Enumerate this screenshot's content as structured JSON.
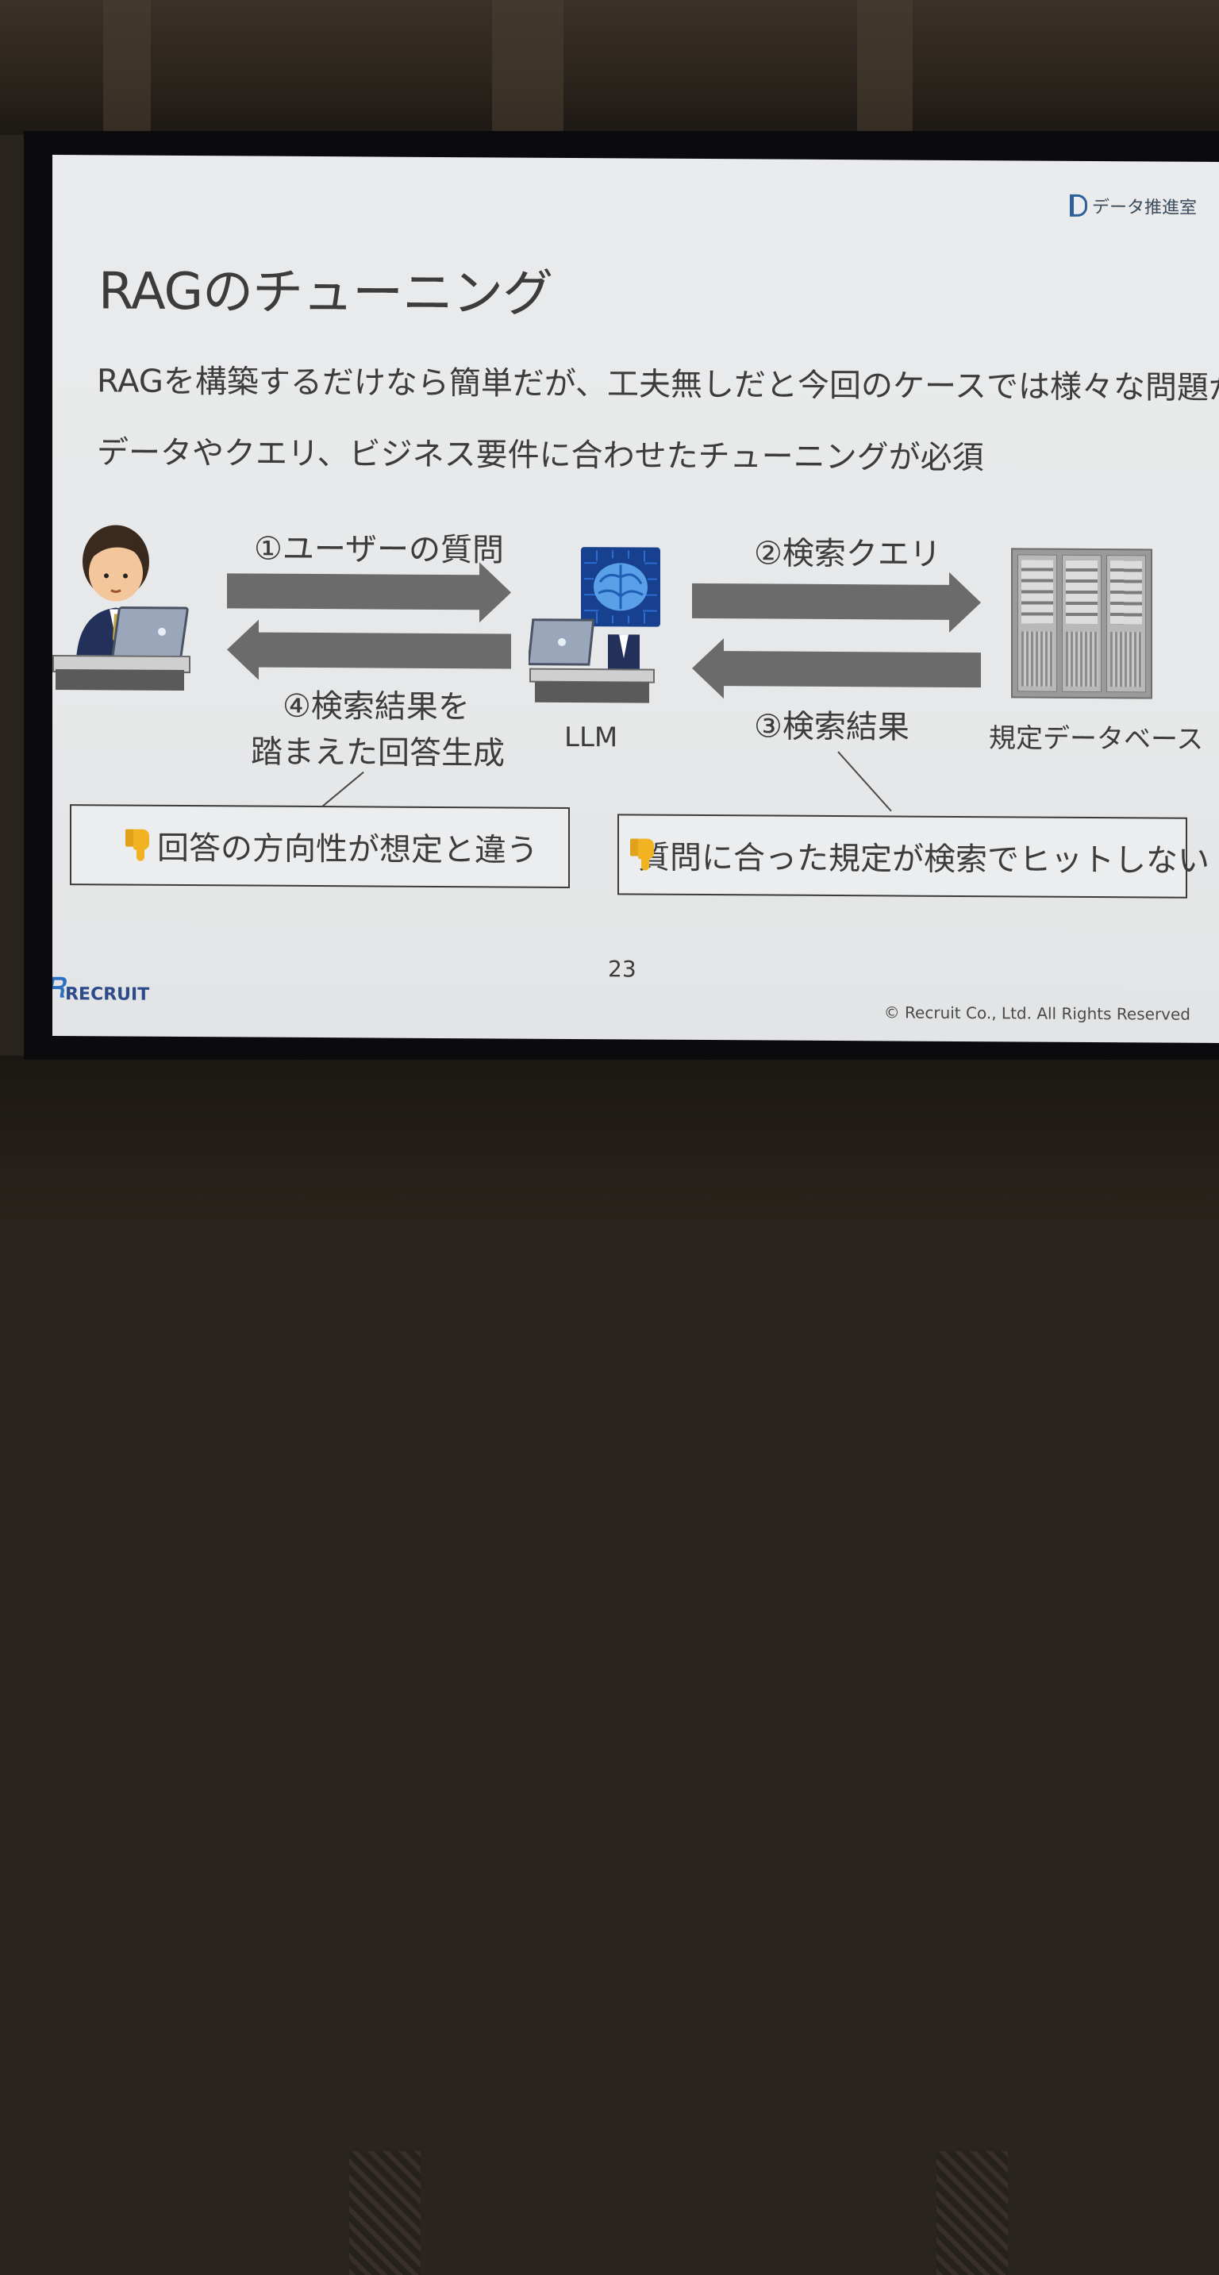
{
  "brand": {
    "name": "データ推進室"
  },
  "slide": {
    "title": "RAGのチューニング",
    "lead_1": "RAGを構築するだけなら簡単だが、工夫無しだと今回のケースでは様々な問題が発生",
    "lead_2": "データやクエリ、ビジネス要件に合わせたチューニングが必須"
  },
  "diagram": {
    "step_1": "①ユーザーの質問",
    "step_2": "②検索クエリ",
    "step_3": "③検索結果",
    "step_4_line1": "④検索結果を",
    "step_4_line2": "踏まえた回答生成",
    "llm_label": "LLM",
    "db_label": "規定データベース"
  },
  "issues": {
    "left": "回答の方向性が想定と違う",
    "right": "質問に合った規定が検索でヒットしない"
  },
  "footer": {
    "page_number": "23",
    "logo_text": "RECRUIT",
    "copyright": "© Recruit Co., Ltd. All Rights Reserved"
  },
  "colors": {
    "slide_bg": "#e8eaeb",
    "text": "#3c3c3c",
    "arrow": "#6b6b6b",
    "chip": "#17408f",
    "thumb": "#f2b323"
  }
}
